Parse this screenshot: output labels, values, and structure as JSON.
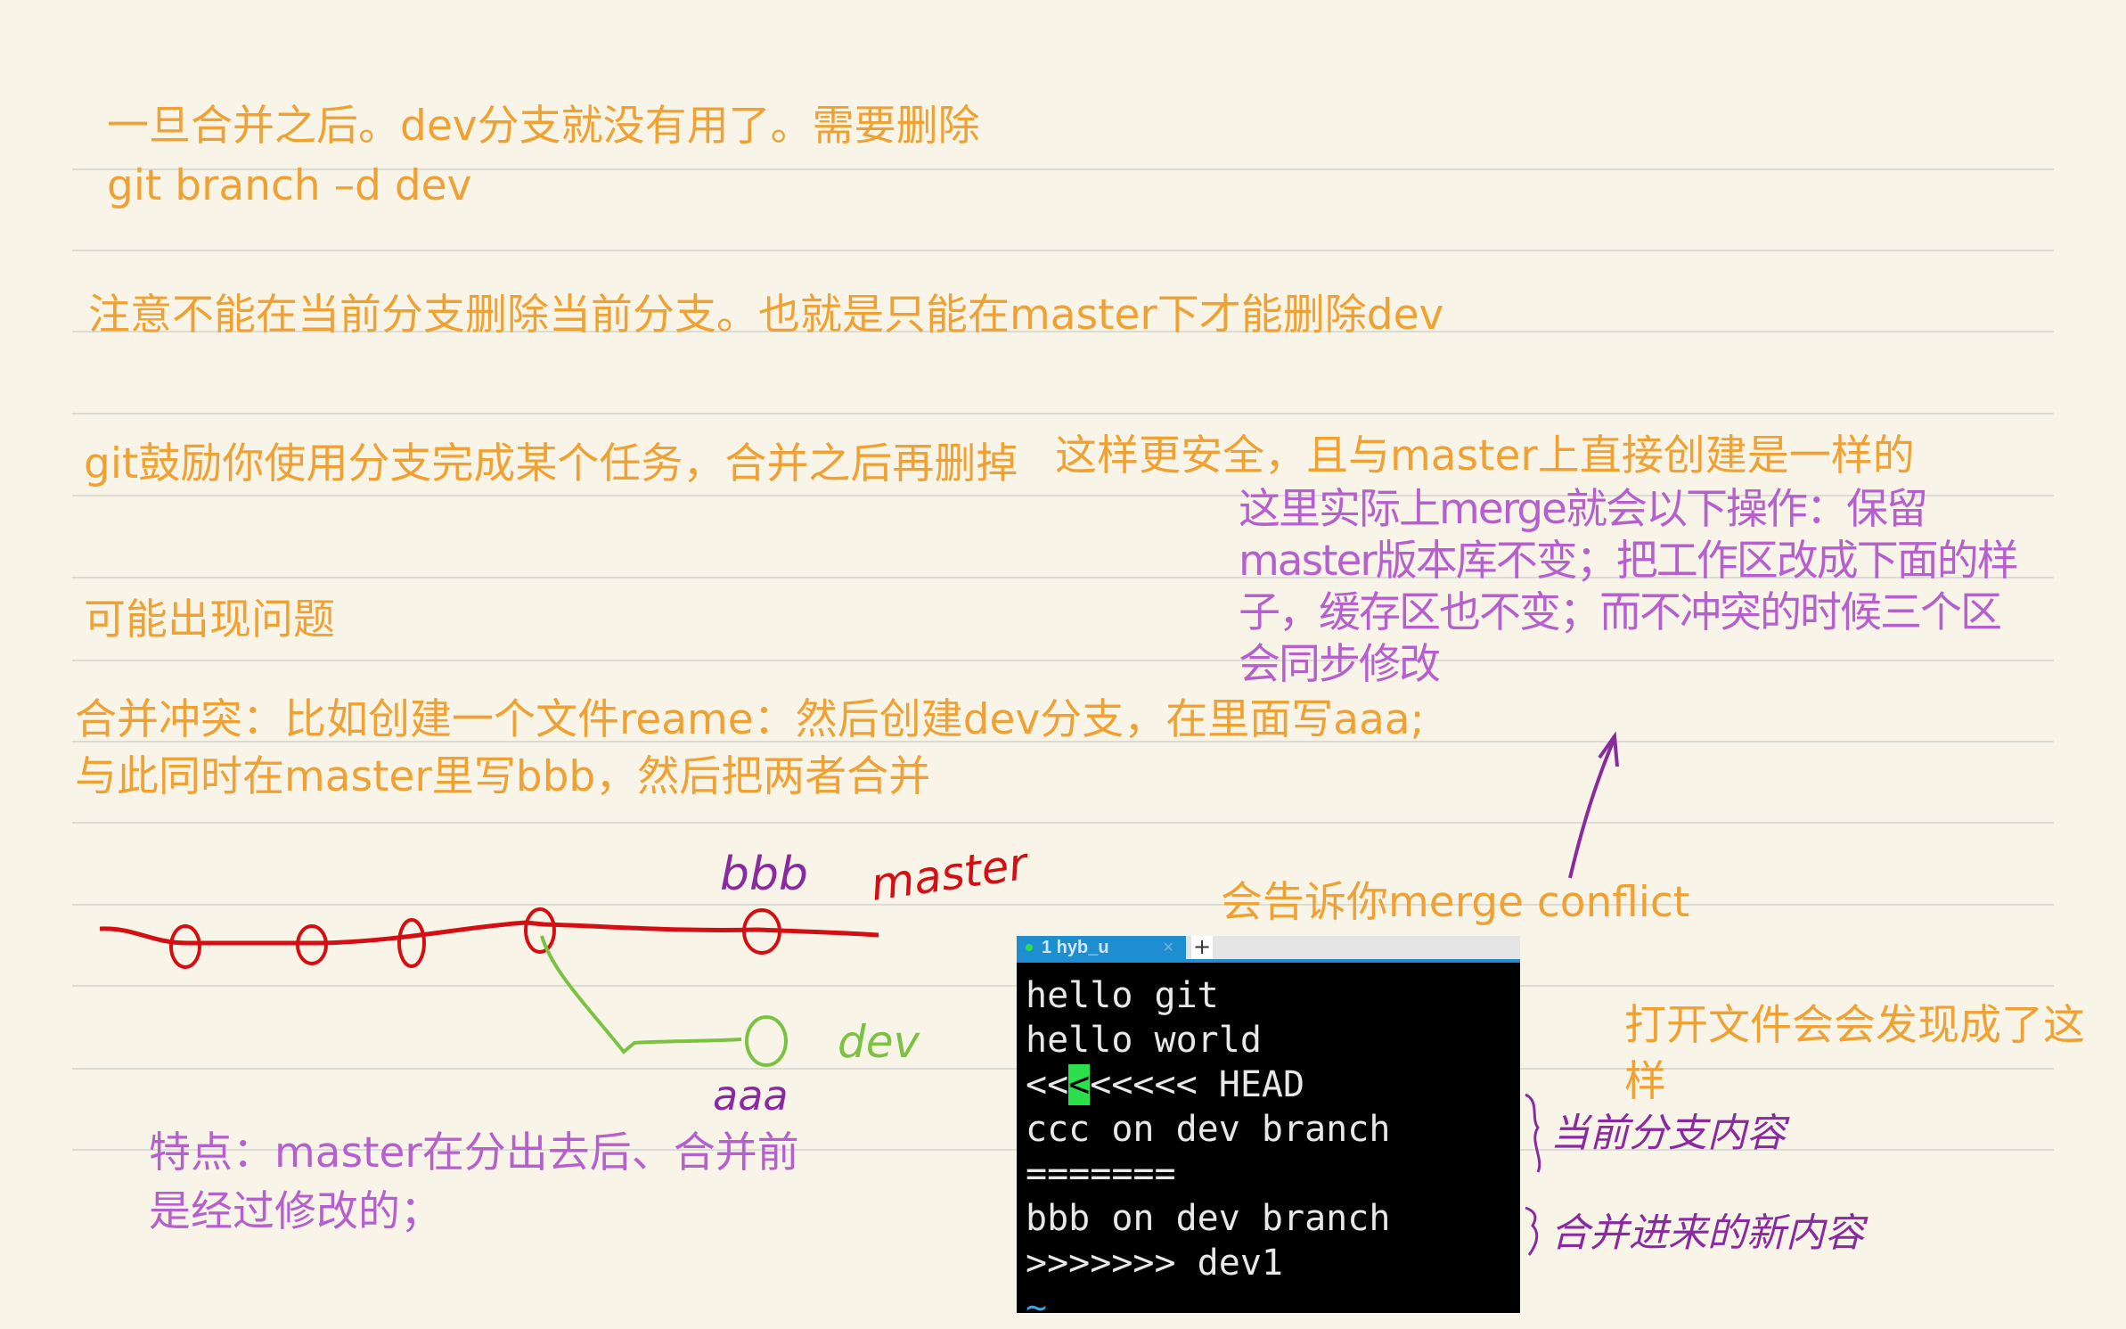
{
  "notes": {
    "line1": "一旦合并之后。dev分支就没有用了。需要删除",
    "line2": "git branch –d dev",
    "line3": "注意不能在当前分支删除当前分支。也就是只能在master下才能删除dev",
    "line4a": "git鼓励你使用分支完成某个任务，合并之后再删掉",
    "line4b": "这样更安全，且与master上直接创建是一样的",
    "purple_block": [
      "这里实际上merge就会以下操作：保留",
      "master版本库不变；把工作区改成下面的样",
      "子，缓存区也不变；而不冲突的时候三个区",
      "会同步修改"
    ],
    "line5": "可能出现问题",
    "line6a": "合并冲突：比如创建一个文件reame：然后创建dev分支，在里面写aaa;",
    "line6b": "与此同时在master里写bbb，然后把两者合并",
    "conflict_note": "会告诉你merge conflict",
    "open_file_a": "打开文件会会发现成了这",
    "open_file_b": "样",
    "feature_a": "特点：master在分出去后、合并前",
    "feature_b": "是经过修改的；"
  },
  "diagram": {
    "labels": {
      "bbb": "bbb",
      "master": "master",
      "dev": "dev",
      "aaa": "aaa"
    },
    "colors": {
      "master": "#d40f14",
      "dev": "#7cc242",
      "annotation": "#8a2aa0"
    }
  },
  "terminal": {
    "tab_label": "1 hyb_u",
    "tab_close": "×",
    "new_tab": "+",
    "lines": {
      "l1": "hello git",
      "l2": "hello world",
      "l3a": "<<",
      "l3cursor": "<",
      "l3b": "<<<<< HEAD",
      "l4": "ccc on dev branch",
      "l5": "=======",
      "l6": "bbb on dev branch",
      "l7": ">>>>>>> dev1",
      "l8": "~"
    }
  },
  "handwritten": {
    "current_branch": "当前分支内容",
    "merged_content": "合并进来的新内容"
  }
}
